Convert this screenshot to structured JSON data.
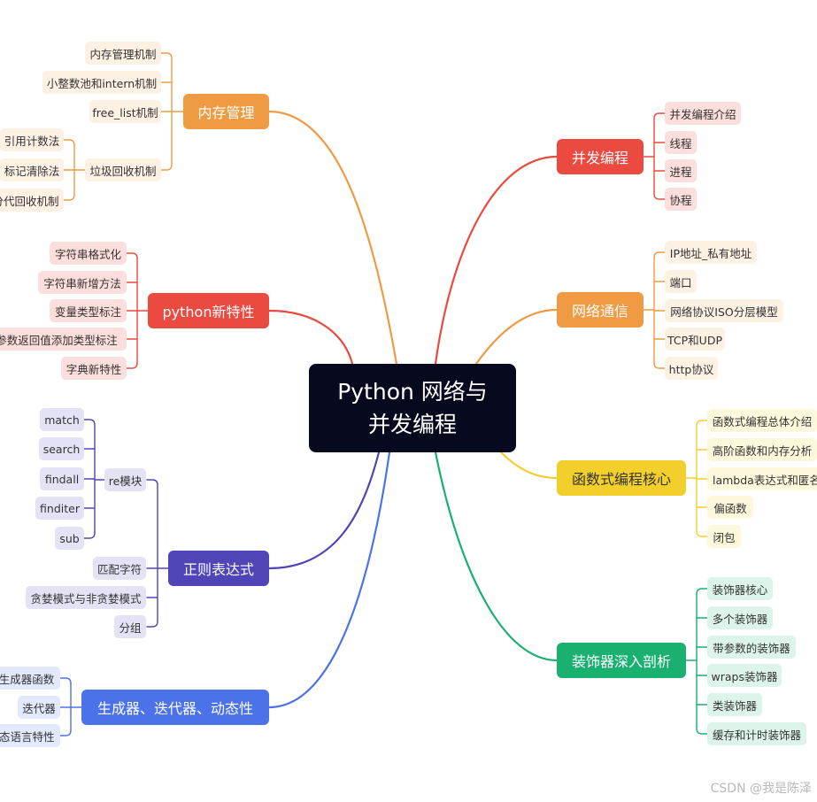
{
  "root": {
    "line1": "Python 网络与",
    "line2": "并发编程"
  },
  "branches": [
    {
      "key": "memory",
      "label": "内存管理",
      "color": "#ef9b43",
      "leafBg": "#fdf1e4",
      "leafColor": "#333333",
      "items": {
        "a": "内存管理机制",
        "b": "小整数池和intern机制",
        "c": "free_list机制",
        "d": "垃圾回收机制",
        "d1": "引用计数法",
        "d2": "标记清除法",
        "d3": "分代回收机制"
      }
    },
    {
      "key": "newfeat",
      "label": "python新特性",
      "color": "#ea4a3f",
      "leafBg": "#fcdedc",
      "leafColor": "#333333",
      "items": {
        "a": "字符串格式化",
        "b": "字符串新增方法",
        "c": "变量类型标注",
        "d": "函数参数返回值添加类型标注",
        "e": "字典新特性"
      }
    },
    {
      "key": "regex",
      "label": "正则表达式",
      "color": "#4f45b6",
      "leafBg": "#e4e3f5",
      "leafColor": "#333333",
      "items": {
        "re": "re模块",
        "re1": "match",
        "re2": "search",
        "re3": "findall",
        "re4": "finditer",
        "re5": "sub",
        "b": "匹配字符",
        "c": "贪婪模式与非贪婪模式",
        "d": "分组"
      }
    },
    {
      "key": "gen",
      "label": "生成器、迭代器、动态性",
      "color": "#4c72ea",
      "leafBg": "#e2e9fc",
      "leafColor": "#333333",
      "items": {
        "a": "生成器函数",
        "b": "迭代器",
        "c": "动态语言特性"
      }
    },
    {
      "key": "conc",
      "label": "并发编程",
      "color": "#ea4a3f",
      "leafBg": "#fcdedc",
      "leafColor": "#333333",
      "items": {
        "a": "并发编程介绍",
        "b": "线程",
        "c": "进程",
        "d": "协程"
      }
    },
    {
      "key": "net",
      "label": "网络通信",
      "color": "#ef9b43",
      "leafBg": "#fdf1e4",
      "leafColor": "#333333",
      "items": {
        "a": "IP地址_私有地址",
        "b": "端口",
        "c": "网络协议ISO分层模型",
        "d": "TCP和UDP",
        "e": "http协议"
      }
    },
    {
      "key": "func",
      "label": "函数式编程核心",
      "color": "#f3cf2b",
      "leafBg": "#fdf7dc",
      "leafColor": "#333333",
      "items": {
        "a": "函数式编程总体介绍",
        "b": "高阶函数和内存分析",
        "c": "lambda表达式和匿名函数",
        "d": "偏函数",
        "e": "闭包"
      }
    },
    {
      "key": "deco",
      "label": "装饰器深入剖析",
      "color": "#19b070",
      "leafBg": "#ddf4ea",
      "leafColor": "#333333",
      "items": {
        "a": "装饰器核心",
        "b": "多个装饰器",
        "c": "带参数的装饰器",
        "d": "wraps装饰器",
        "e": "类装饰器",
        "f": "缓存和计时装饰器"
      }
    }
  ],
  "watermark": "CSDN @我是陈泽"
}
